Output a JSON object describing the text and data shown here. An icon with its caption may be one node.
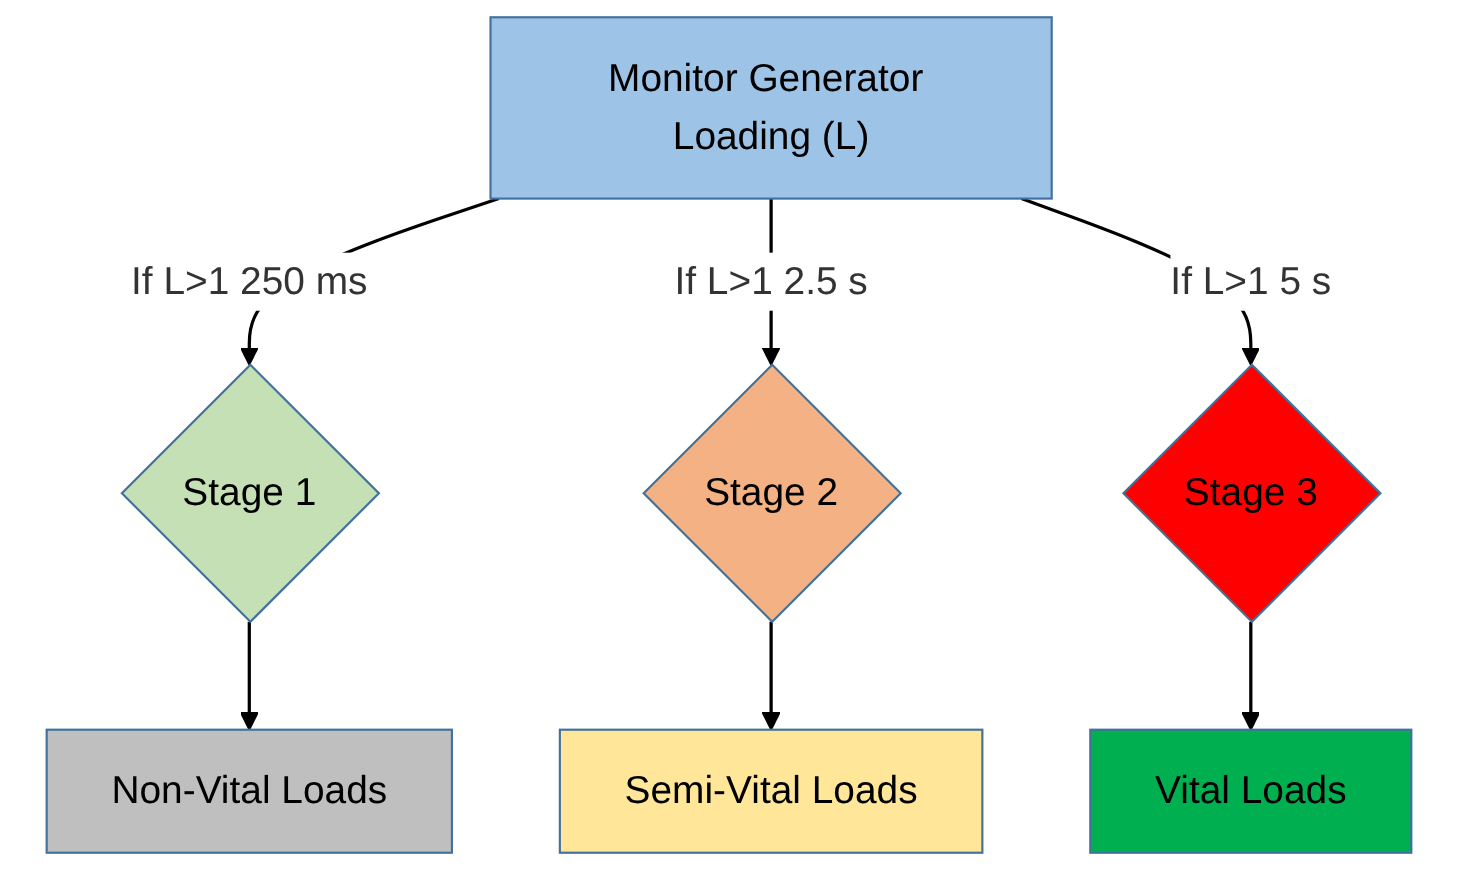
{
  "diagram": {
    "nodes": [
      {
        "text": [
          "Monitor Generator Loading (L)"
        ]
      },
      {
        "text": [
          "Stage 1"
        ]
      },
      {
        "text": [
          "Stage 2"
        ]
      },
      {
        "text": [
          "Stage 3"
        ]
      },
      {
        "text": [
          "Non-Vital Loads"
        ]
      },
      {
        "text": [
          "Semi-Vital Loads"
        ]
      },
      {
        "text": [
          "Vital Loads"
        ]
      }
    ],
    "edges": [
      {
        "from": 0,
        "to": 1,
        "arrow": "to",
        "label": "If L>1 250 ms"
      },
      {
        "from": 0,
        "to": 2,
        "arrow": "to",
        "label": "If L>1 2.5 s"
      },
      {
        "from": 0,
        "to": 3,
        "arrow": "to",
        "label": "If L>1 5 s"
      },
      {
        "from": 1,
        "to": 4,
        "arrow": "to"
      },
      {
        "from": 2,
        "to": 5,
        "arrow": "to"
      },
      {
        "from": 3,
        "to": 6,
        "arrow": "to"
      }
    ]
  }
}
